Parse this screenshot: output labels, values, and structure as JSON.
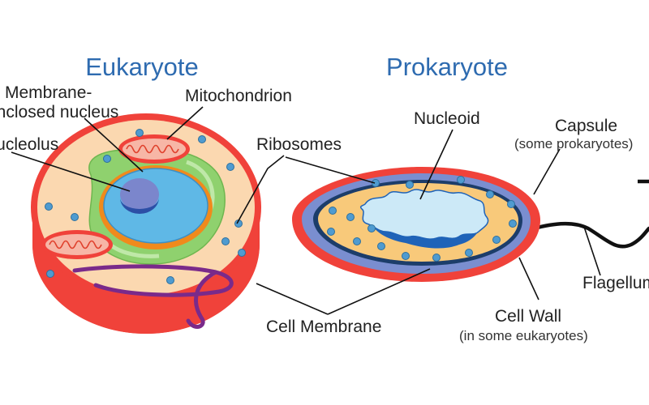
{
  "eukaryote": {
    "title": "Eukaryote",
    "labels": {
      "membrane_enclosed_nucleus_line1": "Membrane-",
      "membrane_enclosed_nucleus_line2": "enclosed nucleus",
      "nucleolus": "Nucleolus",
      "mitochondrion": "Mitochondrion"
    }
  },
  "prokaryote": {
    "title": "Prokaryote",
    "labels": {
      "nucleoid": "Nucleoid",
      "capsule": "Capsule",
      "capsule_note": "(some prokaryotes)",
      "flagellum": "Flagellum",
      "cell_wall": "Cell Wall",
      "cell_wall_note": "(in some eukaryotes)"
    }
  },
  "shared": {
    "ribosomes": "Ribosomes",
    "cell_membrane": "Cell Membrane"
  },
  "colors": {
    "title": "#2e6bb0",
    "cell_outer": "#f0423a",
    "cytoplasm": "#fbd8b0",
    "prok_cytoplasm": "#f8c97a",
    "nucleus": "#5fb8e6",
    "nucleolus": "#7b86cc",
    "er": "#8fd16e",
    "golgi_orange": "#f08a1c",
    "ribosome": "#4f9bd0",
    "cell_wall": "#7a8ed0",
    "nucleoid": "#cce9f7",
    "dna_dark": "#1f63b8",
    "er_tube": "#7a2a8a"
  }
}
